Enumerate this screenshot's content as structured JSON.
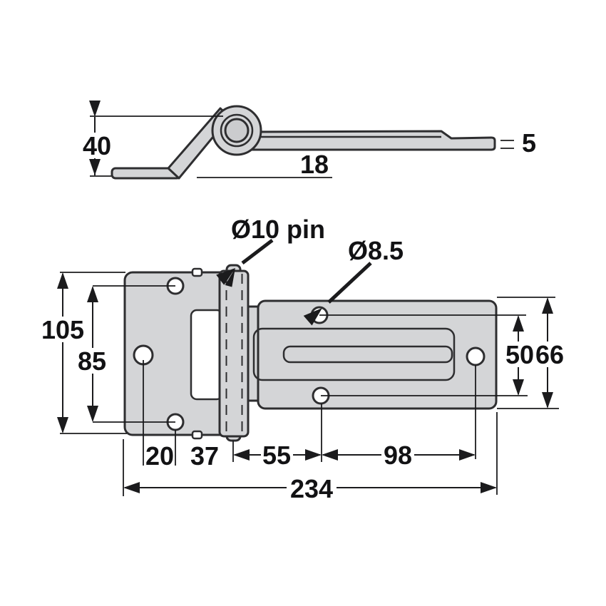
{
  "drawing": {
    "side_view": {
      "height_40": "40",
      "offset_18": "18",
      "thickness_5": "5"
    },
    "plan_view": {
      "pin_callout": "Ø10 pin",
      "hole_callout": "Ø8.5",
      "plate_height_105": "105",
      "plate_hole_spacing_85": "85",
      "strap_hole_spacing_50": "50",
      "strap_width_66": "66",
      "hole_offset_20": "20",
      "pin_offset_37": "37",
      "pin_to_hole_55": "55",
      "hole_to_hole_98": "98",
      "overall_length_234": "234"
    },
    "colors": {
      "part_fill": "#d4d5d7",
      "cutout_fill": "#ffffff",
      "outline": "#2e2e30",
      "dimension_line": "#1b1b1d",
      "background": "#ffffff"
    }
  }
}
